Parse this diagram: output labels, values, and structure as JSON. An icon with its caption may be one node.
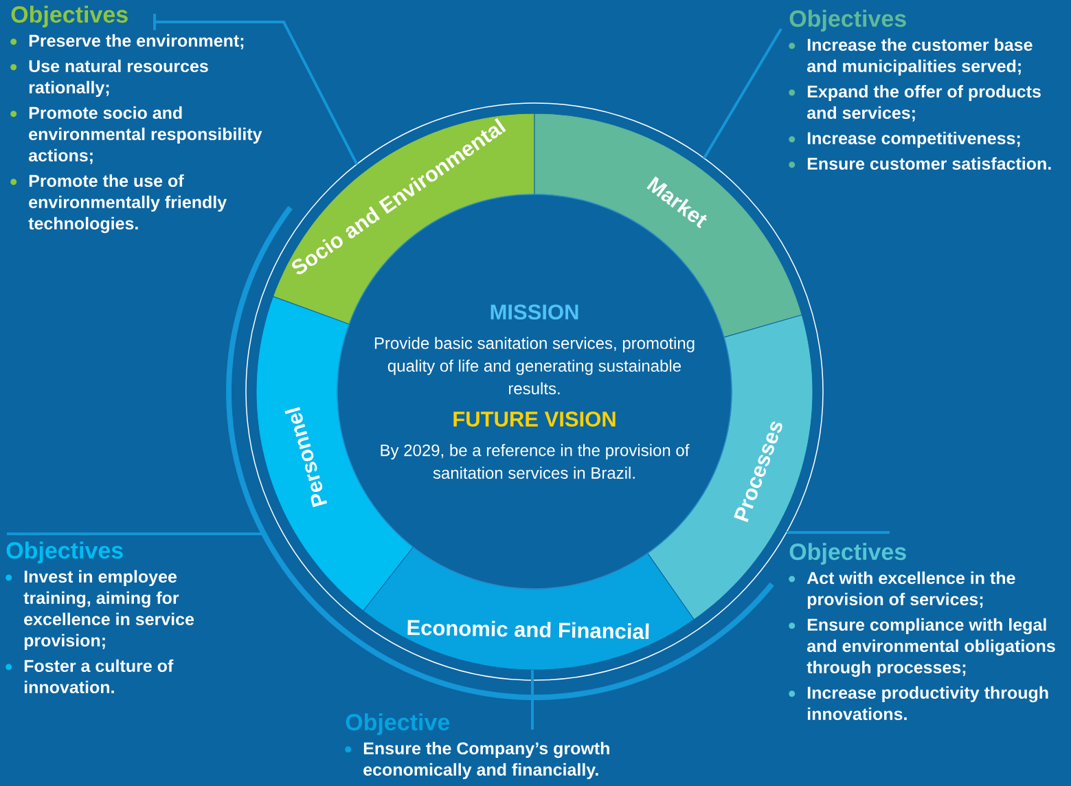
{
  "diagram": {
    "nodes": [
      {
        "text": [
          "MISSION",
          "Provide basic sanitation services, promoting quality of life and generating sustainable results.",
          "FUTURE VISION",
          "By 2029, be a reference in the provision of sanitation services in Brazil."
        ]
      },
      {
        "text": [
          "Socio and Environmental"
        ]
      },
      {
        "text": [
          "Market"
        ]
      },
      {
        "text": [
          "Processes"
        ]
      },
      {
        "text": [
          "Economic and Financial"
        ]
      },
      {
        "text": [
          "Personnel"
        ]
      },
      {
        "text": [
          "Objectives",
          "Preserve the environment;",
          "Use natural resources rationally;",
          "Promote socio and environmental responsibility actions;",
          "Promote the use of environmentally friendly technologies."
        ]
      },
      {
        "text": [
          "Objectives",
          "Increase the customer base and municipalities served;",
          "Expand the offer of products and services;",
          "Increase competitiveness;",
          "Ensure customer satisfaction."
        ]
      },
      {
        "text": [
          "Objectives",
          "Invest in employee training, aiming for excellence in service provision;",
          "Foster a culture of innovation."
        ]
      },
      {
        "text": [
          "Objectives",
          "Act with excellence in the provision of services;",
          "Ensure compliance with legal and environmental obligations through processes;",
          "Increase productivity through innovations."
        ]
      },
      {
        "text": [
          "Objective",
          "Ensure the Company’s growth economically and financially."
        ]
      }
    ],
    "edges": [
      {
        "from": 6,
        "to": 1,
        "arrow": "none"
      },
      {
        "from": 7,
        "to": 2,
        "arrow": "none"
      },
      {
        "from": 8,
        "to": 5,
        "arrow": "none"
      },
      {
        "from": 9,
        "to": 3,
        "arrow": "none"
      },
      {
        "from": 10,
        "to": 4,
        "arrow": "none"
      }
    ]
  }
}
